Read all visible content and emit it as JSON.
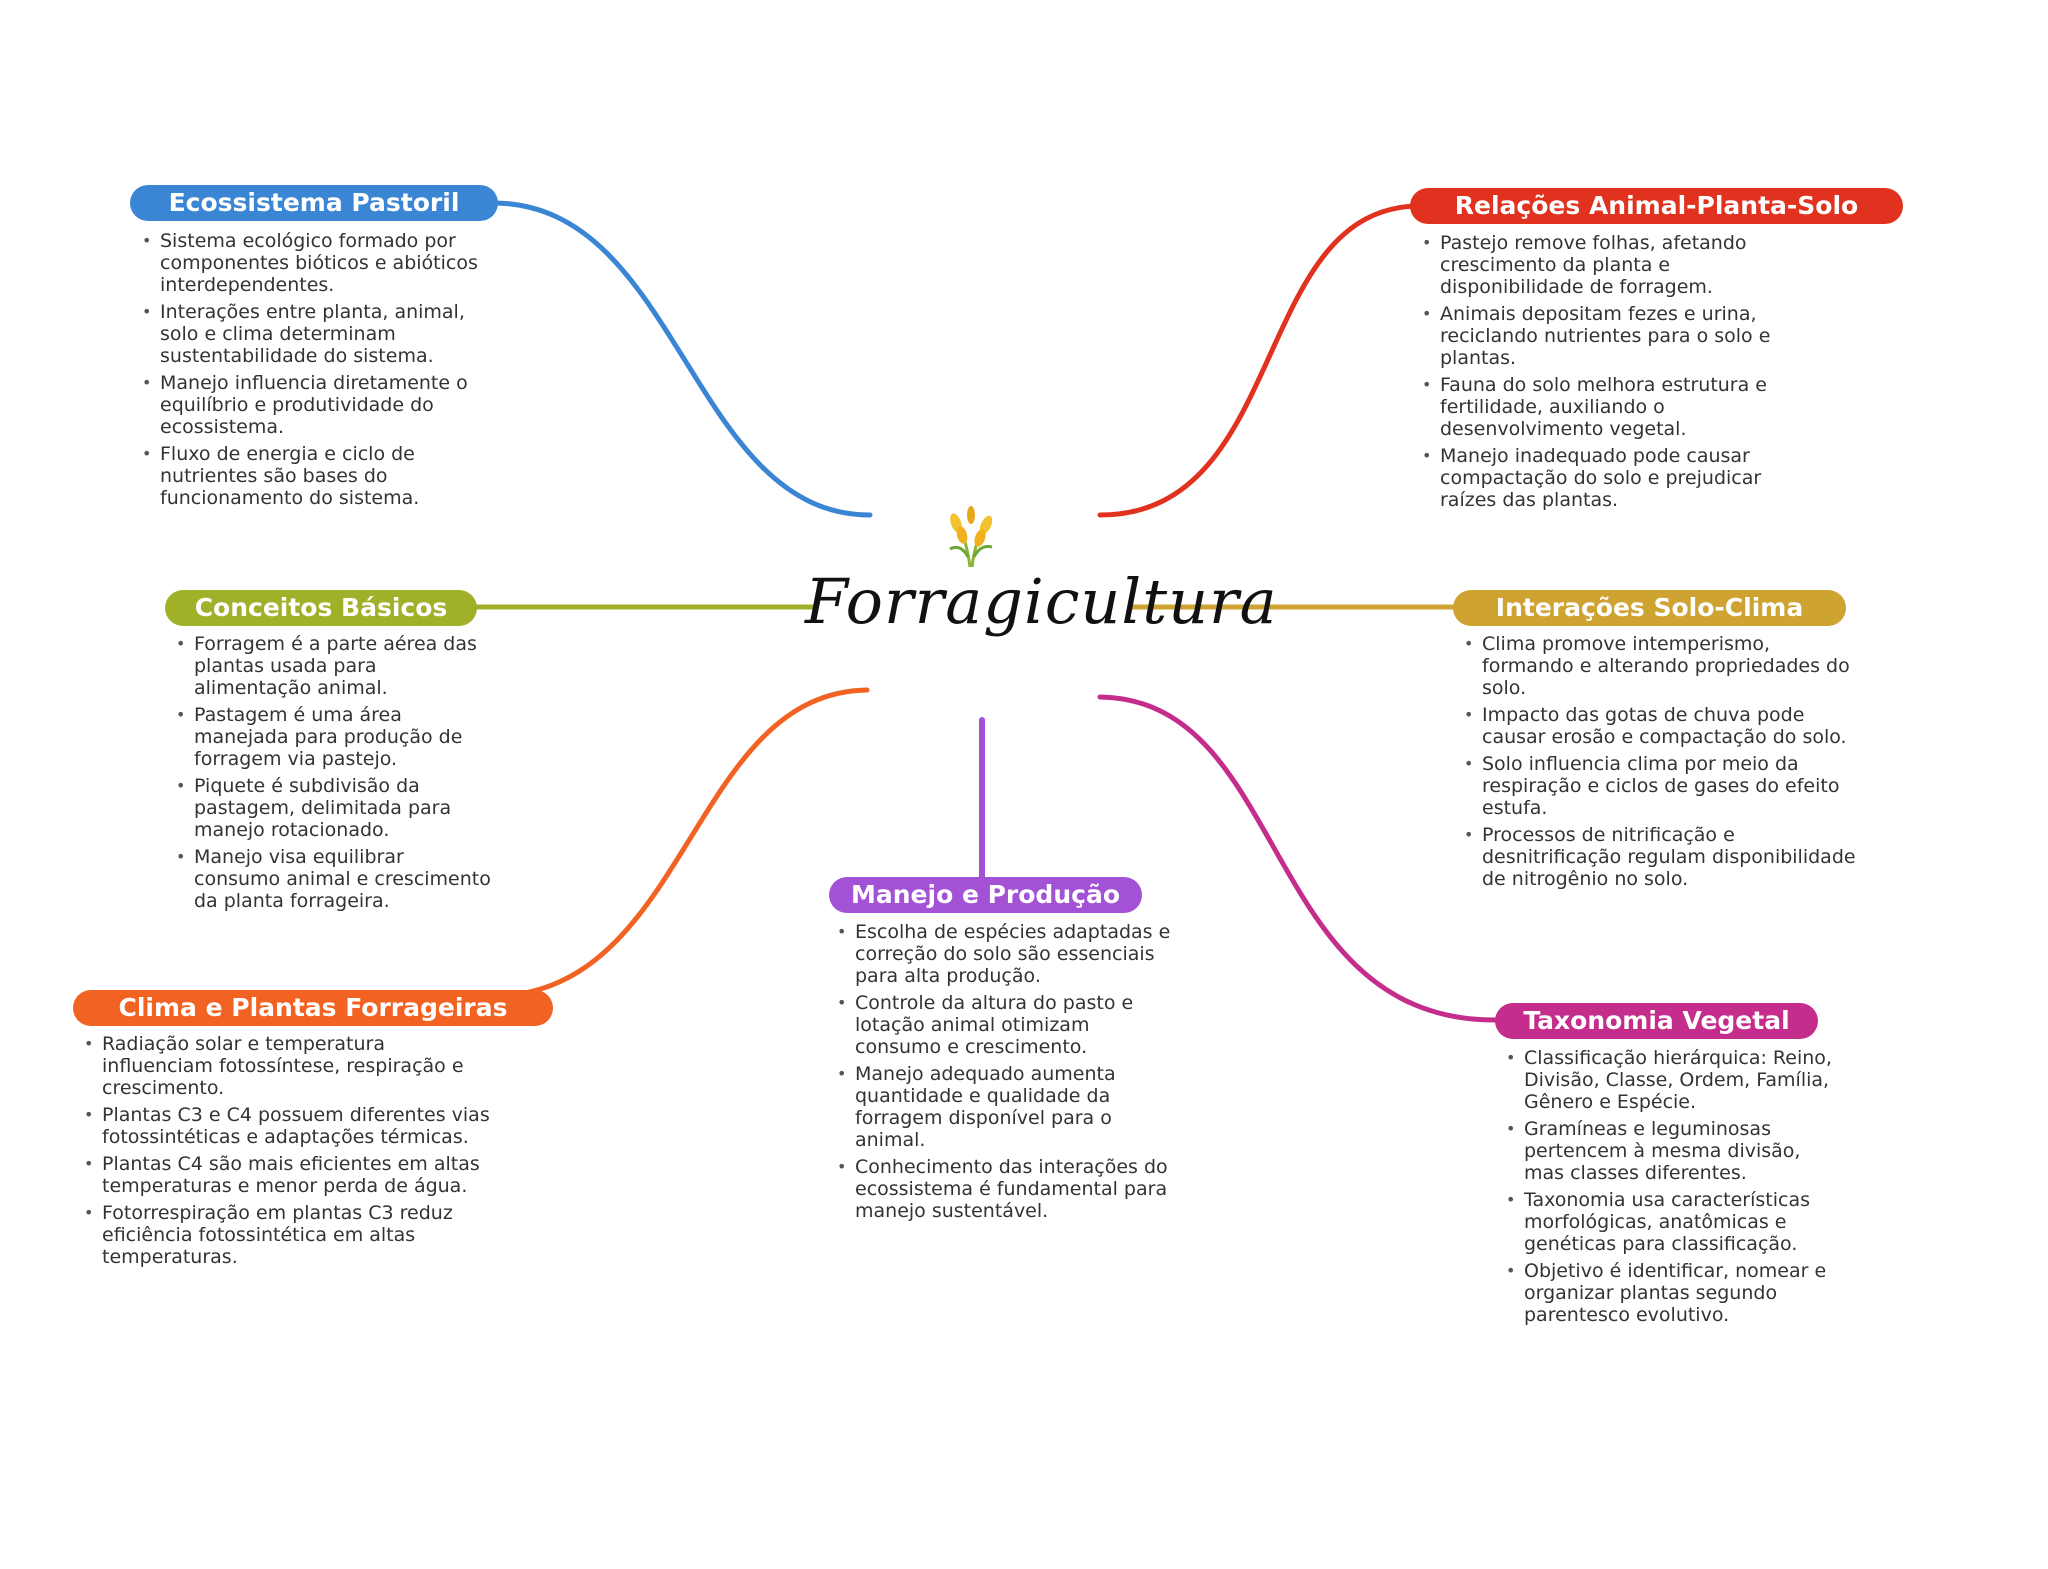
{
  "center": {
    "title": "Forragicultura",
    "icon": "wheat-icon"
  },
  "topics": [
    {
      "id": "ecossistema",
      "title": "Ecossistema Pastoril",
      "color": "#3a86d4",
      "items": [
        "Sistema ecológico formado por componentes bióticos e abióticos interdependentes.",
        "Interações entre planta, animal, solo e clima determinam sustentabilidade do sistema.",
        "Manejo influencia diretamente o equilíbrio e produtividade do ecossistema.",
        "Fluxo de energia e ciclo de nutrientes são bases do funcionamento do sistema."
      ]
    },
    {
      "id": "conceitos",
      "title": "Conceitos Básicos",
      "color": "#a0b028",
      "items": [
        "Forragem é a parte aérea das plantas usada para alimentação animal.",
        "Pastagem é uma área manejada para produção de forragem via pastejo.",
        "Piquete é subdivisão da pastagem, delimitada para manejo rotacionado.",
        "Manejo visa equilibrar consumo animal e crescimento da planta forrageira."
      ]
    },
    {
      "id": "clima",
      "title": "Clima e Plantas Forrageiras",
      "color": "#f26222",
      "items": [
        "Radiação solar e temperatura influenciam fotossíntese, respiração e crescimento.",
        "Plantas C3 e C4 possuem diferentes vias fotossintéticas e adaptações térmicas.",
        "Plantas C4 são mais eficientes em altas temperaturas e menor perda de água.",
        "Fotorrespiração em plantas C3 reduz eficiência fotossintética em altas temperaturas."
      ]
    },
    {
      "id": "manejo",
      "title": "Manejo e Produção",
      "color": "#a352d6",
      "items": [
        "Escolha de espécies adaptadas e correção do solo são essenciais para alta produção.",
        "Controle da altura do pasto e lotação animal otimizam consumo e crescimento.",
        "Manejo adequado aumenta quantidade e qualidade da forragem disponível para o animal.",
        "Conhecimento das interações do ecossistema é fundamental para manejo sustentável."
      ]
    },
    {
      "id": "relacoes",
      "title": "Relações Animal-Planta-Solo",
      "color": "#e0321e",
      "items": [
        "Pastejo remove folhas, afetando crescimento da planta e disponibilidade de forragem.",
        "Animais depositam fezes e urina, reciclando nutrientes para o solo e plantas.",
        "Fauna do solo melhora estrutura e fertilidade, auxiliando o desenvolvimento vegetal.",
        "Manejo inadequado pode causar compactação do solo e prejudicar raízes das plantas."
      ]
    },
    {
      "id": "interacoes",
      "title": "Interações Solo-Clima",
      "color": "#cfa331",
      "items": [
        "Clima promove intemperismo, formando e alterando propriedades do solo.",
        "Impacto das gotas de chuva pode causar erosão e compactação do solo.",
        "Solo influencia clima por meio da respiração e ciclos de gases do efeito estufa.",
        "Processos de nitrificação e desnitrificação regulam disponibilidade de nitrogênio no solo."
      ]
    },
    {
      "id": "taxonomia",
      "title": "Taxonomia Vegetal",
      "color": "#c42d8c",
      "items": [
        "Classificação hierárquica: Reino, Divisão, Classe, Ordem, Família, Gênero e Espécie.",
        "Gramíneas e leguminosas pertencem à mesma divisão, mas classes diferentes.",
        "Taxonomia usa características morfológicas, anatômicas e genéticas para classificação.",
        "Objetivo é identificar, nomear e organizar plantas segundo parentesco evolutivo."
      ]
    }
  ]
}
